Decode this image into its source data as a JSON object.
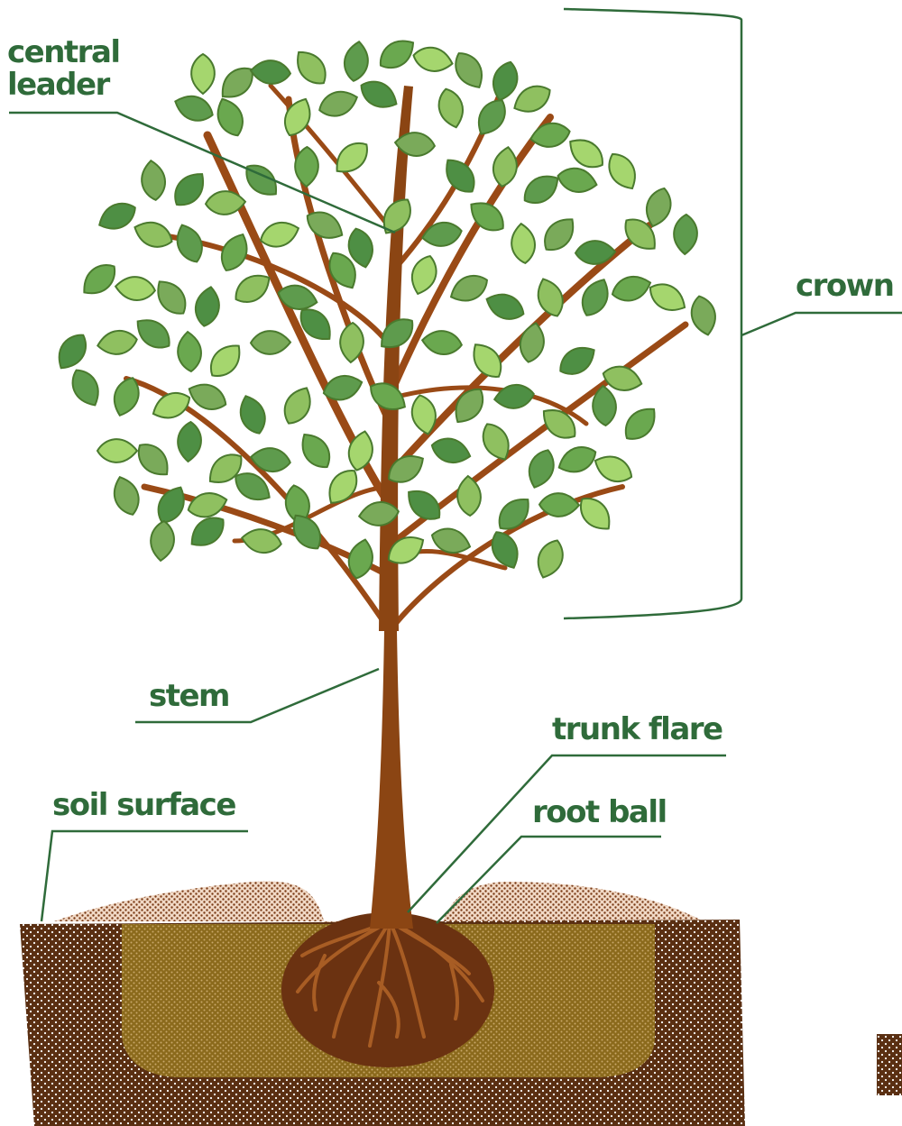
{
  "labels": {
    "central_leader_line1": "central",
    "central_leader_line2": "leader",
    "crown": "crown",
    "stem": "stem",
    "trunk_flare": "trunk flare",
    "soil_surface": "soil surface",
    "root_ball": "root ball"
  },
  "colors": {
    "label_text": "#2f6b3a",
    "leader_line": "#2f6b3a",
    "trunk": "#8b4513",
    "branch": "#9a4a16",
    "soil_dark": "#5a2f12",
    "soil_backfill": "#8b6a1c",
    "mound": "#e8c7ae",
    "root_ball": "#6b3211",
    "leaf_light": "#a5d66e",
    "leaf_mid": "#7aaa5a",
    "leaf_dark": "#4e8f44",
    "leaf_outline": "#4a7a2e"
  }
}
